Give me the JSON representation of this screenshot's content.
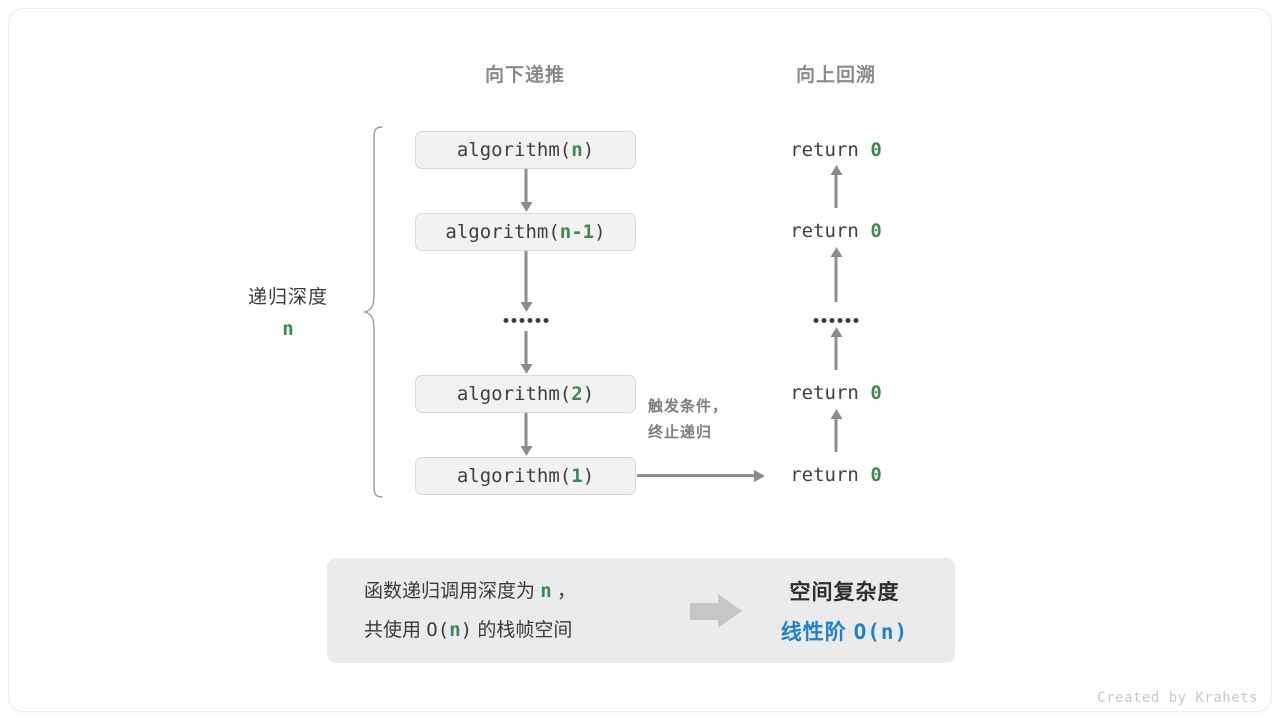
{
  "diagram": {
    "title_left": "向下递推",
    "title_right": "向上回溯",
    "depth_label": "递归深度",
    "depth_value": "n",
    "trigger_line1": "触发条件，",
    "trigger_line2": "终止递归",
    "ellipsis_dots": 6,
    "colors": {
      "green": "#3d8a50",
      "blue": "#1e82cf",
      "arrow_gray": "#8c8c8c",
      "box_fill": "#f2f2f2",
      "box_border": "#d8d8d8",
      "panel_fill": "#ebebeb",
      "header_gray": "#8a8a8a"
    }
  },
  "call_stack": {
    "boxes": [
      {
        "prefix": "algorithm(",
        "arg": "n",
        "suffix": ")"
      },
      {
        "prefix": "algorithm(",
        "arg": "n-1",
        "suffix": ")"
      },
      {
        "prefix": "algorithm(",
        "arg": "2",
        "suffix": ")"
      },
      {
        "prefix": "algorithm(",
        "arg": "1",
        "suffix": ")"
      }
    ]
  },
  "returns": {
    "items": [
      {
        "keyword": "return",
        "value": "0"
      },
      {
        "keyword": "return",
        "value": "0"
      },
      {
        "keyword": "return",
        "value": "0"
      },
      {
        "keyword": "return",
        "value": "0"
      }
    ]
  },
  "summary": {
    "left_line1_a": "函数递归调用深度为",
    "left_line1_n": "n",
    "left_line1_b": "，",
    "left_line2_a": "共使用",
    "left_line2_o": "O(",
    "left_line2_n": "n",
    "left_line2_o2": ")",
    "left_line2_b": "的栈帧空间",
    "arrow_icon": "right-block-arrow-icon",
    "right_line1": "空间复杂度",
    "right_line2_a": "线性阶",
    "right_line2_b": "O(n)"
  },
  "footer": {
    "credit": "Created by Krahets"
  }
}
